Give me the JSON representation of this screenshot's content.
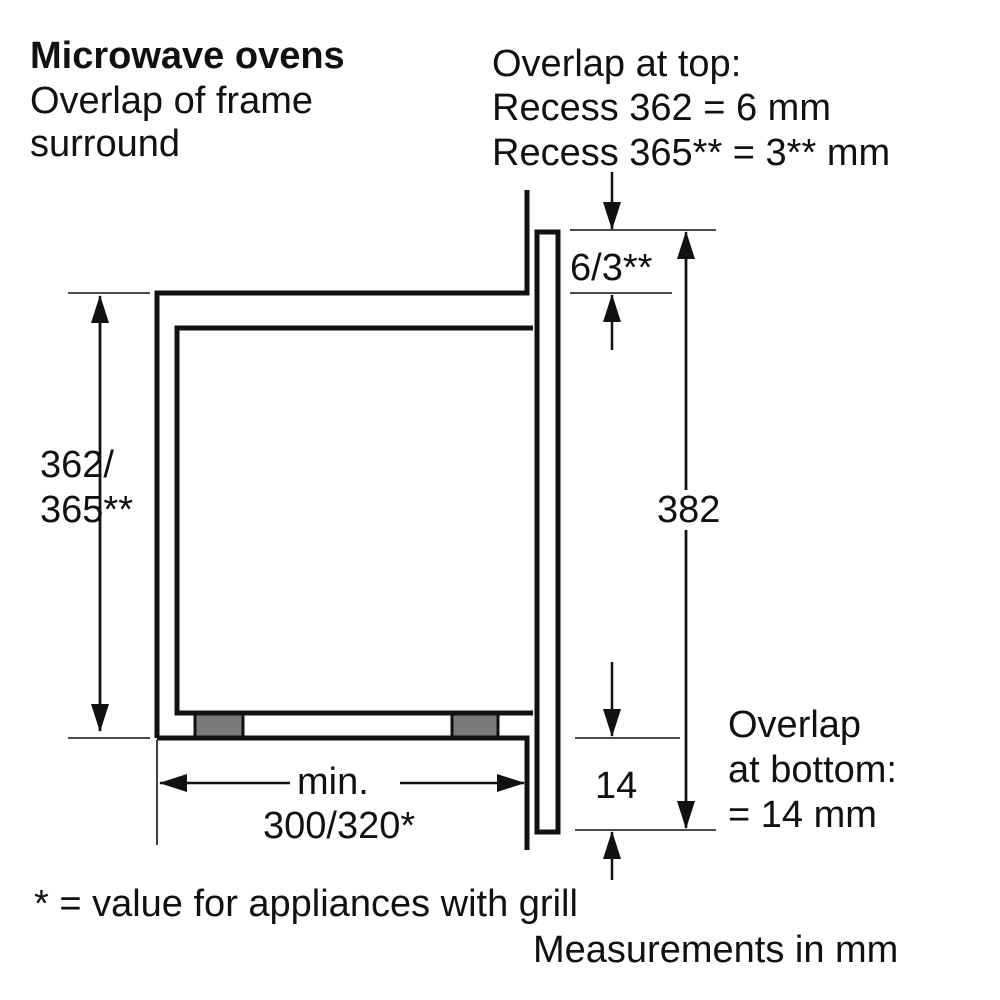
{
  "title": "Microwave ovens",
  "subtitle_line1": "Overlap of frame",
  "subtitle_line2": "surround",
  "top_note": [
    "Overlap at top:",
    "Recess 362 = 6 mm",
    "Recess 365** = 3** mm"
  ],
  "dims": {
    "height_line1": "362/",
    "height_line2": "365**",
    "top_overlap": "6/3**",
    "total": "382",
    "bottom_overlap": "14",
    "width_line1": "min.",
    "width_line2": "300/320*"
  },
  "bottom_note": [
    "Overlap",
    "at bottom:",
    "= 14 mm"
  ],
  "footnote": "* = value for appliances with grill",
  "units_note": "Measurements in mm",
  "colors": {
    "line": "#111111",
    "foot": "#7a7a7a"
  }
}
